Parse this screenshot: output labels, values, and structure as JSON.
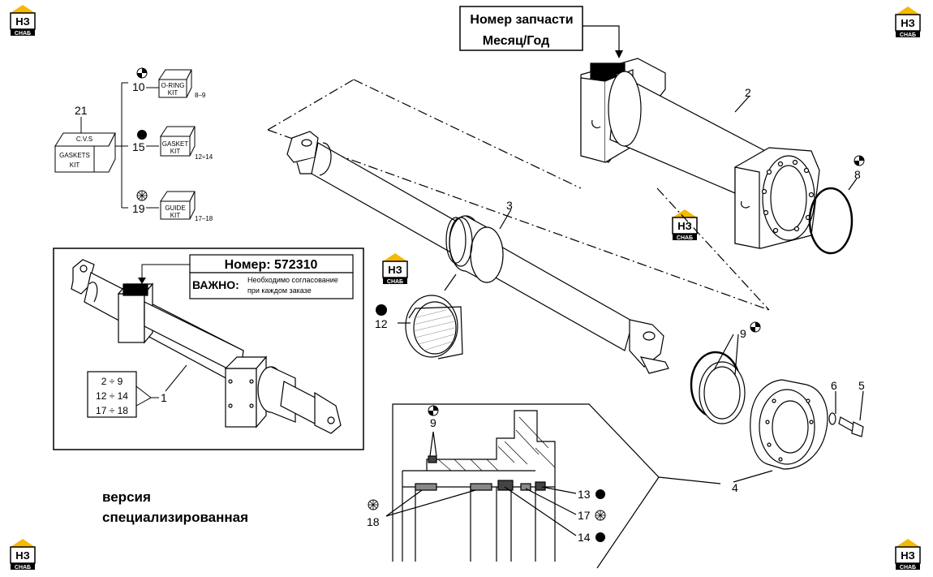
{
  "logos": {
    "brand_top": "НЗ",
    "brand_bottom": "СНАБ",
    "accent_color": "#f5b900"
  },
  "callout_top": {
    "line1": "Номер запчасти",
    "line2": "Месяц/Год"
  },
  "inset": {
    "number_label": "Номер: 572310",
    "important_label": "ВАЖНО:",
    "important_text_1": "Необходимо согласование",
    "important_text_2": "при каждом заказе",
    "ranges": [
      "2 ÷ 9",
      "12 ÷ 14",
      "17 ÷ 18"
    ],
    "item_number": "1"
  },
  "kits": {
    "main": {
      "number": "21",
      "line1": "GASKETS",
      "line2": "KIT",
      "brand": "C.V.S"
    },
    "oring": {
      "number": "10",
      "label1": "O-RING",
      "label2": "KIT",
      "range": "8–9",
      "symbol": "half-circle-icon"
    },
    "gasket": {
      "number": "15",
      "label1": "GASKET",
      "label2": "KIT",
      "range": "12÷14",
      "symbol": "filled-circle-icon"
    },
    "guide": {
      "number": "19",
      "label1": "GUIDE",
      "label2": "KIT",
      "range": "17–18",
      "symbol": "asterisk-circle-icon"
    }
  },
  "part_labels": {
    "p2": "2",
    "p3": "3",
    "p4": "4",
    "p5": "5",
    "p6": "6",
    "p8": "8",
    "p9": "9",
    "p12": "12"
  },
  "detail_labels": {
    "d9": "9",
    "d13": "13",
    "d14": "14",
    "d17": "17",
    "d18": "18"
  },
  "version_text": {
    "line1": "версия",
    "line2": "специализированная"
  }
}
